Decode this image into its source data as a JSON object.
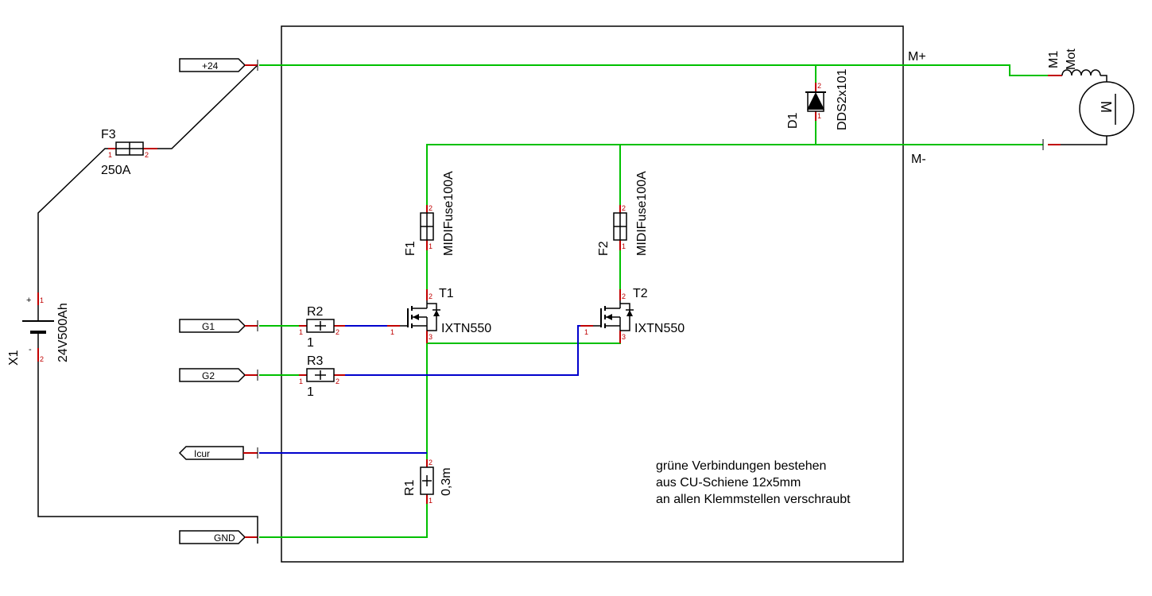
{
  "ports": {
    "p24": "+24",
    "g1": "G1",
    "g2": "G2",
    "icur": "Icur",
    "gnd": "GND"
  },
  "nets": {
    "mplus": "M+",
    "mminus": "M-"
  },
  "components": {
    "x1": {
      "ref": "X1",
      "value": "24V500Ah",
      "plus": "+",
      "minus": "-"
    },
    "f3": {
      "ref": "F3",
      "value": "250A"
    },
    "d1": {
      "ref": "D1",
      "value": "DDS2x101"
    },
    "m1": {
      "ref": "M1",
      "value": "Mot",
      "symbol": "M"
    },
    "f1": {
      "ref": "F1",
      "value": "MIDIFuse100A"
    },
    "f2": {
      "ref": "F2",
      "value": "MIDIFuse100A"
    },
    "t1": {
      "ref": "T1",
      "value": "IXTN550"
    },
    "t2": {
      "ref": "T2",
      "value": "IXTN550"
    },
    "r2": {
      "ref": "R2",
      "value": "1"
    },
    "r3": {
      "ref": "R3",
      "value": "1"
    },
    "r1": {
      "ref": "R1",
      "value": "0,3m"
    }
  },
  "pins": {
    "one": "1",
    "two": "2",
    "three": "3"
  },
  "note": {
    "line1": "grüne Verbindungen bestehen",
    "line2": "aus CU-Schiene 12x5mm",
    "line3": "an allen Klemmstellen verschraubt"
  },
  "colors": {
    "copper_bar_wire": "#00c000",
    "signal_wire": "#0000cc",
    "pin_marker": "#c00000"
  }
}
